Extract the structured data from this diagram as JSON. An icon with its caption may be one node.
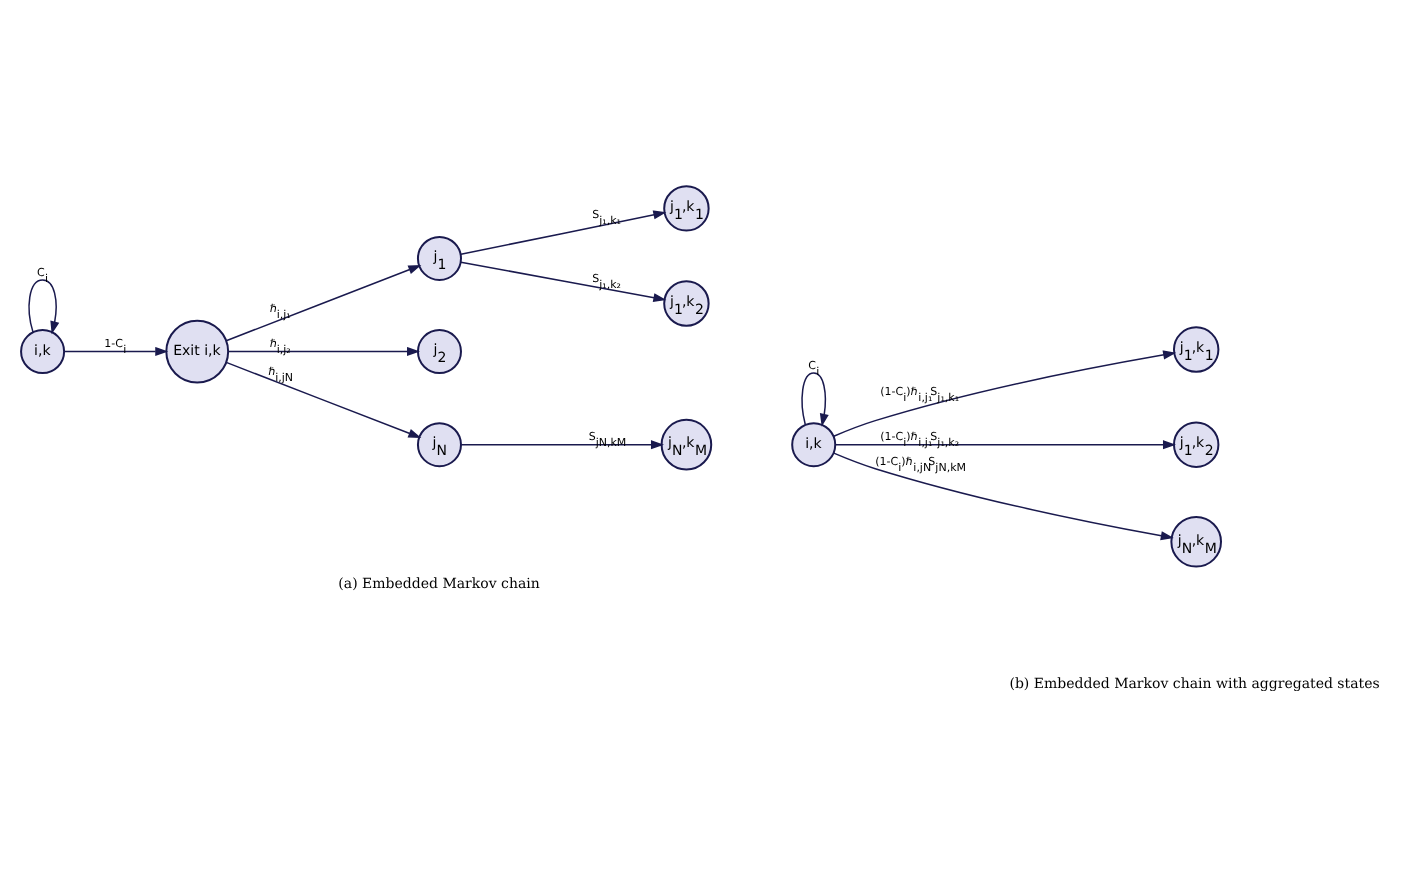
{
  "diagram": {
    "nodes": [
      {
        "text": [
          "i,k"
        ]
      },
      {
        "text": [
          "Exit i,k"
        ]
      },
      {
        "text": [
          "j$_{1}$"
        ]
      },
      {
        "text": [
          "j$_{2}$"
        ]
      },
      {
        "text": [
          "j$_{N}$"
        ]
      },
      {
        "text": [
          "j$_{1}$,k$_{1}$"
        ]
      },
      {
        "text": [
          "j$_{1}$,k$_{2}$"
        ]
      },
      {
        "text": [
          "j$_{N}$,k$_{M}$"
        ]
      },
      {
        "text": [
          "i,k"
        ]
      },
      {
        "text": [
          "j$_{1}$,k$_{1}$"
        ]
      },
      {
        "text": [
          "j$_{1}$,k$_{2}$"
        ]
      },
      {
        "text": [
          "j$_{N}$,k$_{M}$"
        ]
      }
    ],
    "edges": [
      {
        "from": 0,
        "to": 0,
        "arrow": "to",
        "label": "C$_{i}$"
      },
      {
        "from": 0,
        "to": 1,
        "arrow": "to",
        "label": "1-C$_{i}$"
      },
      {
        "from": 1,
        "to": 2,
        "arrow": "to",
        "label": "ℏ$_{i,j₁}$"
      },
      {
        "from": 1,
        "to": 3,
        "arrow": "to",
        "label": "ℏ$_{i,j₂}$"
      },
      {
        "from": 1,
        "to": 4,
        "arrow": "to",
        "label": "ℏ$_{i,jN}$"
      },
      {
        "from": 2,
        "to": 5,
        "arrow": "to",
        "label": "S$_{j₁,k₁}$"
      },
      {
        "from": 2,
        "to": 6,
        "arrow": "to",
        "label": "S$_{j₁,k₂}$"
      },
      {
        "from": 4,
        "to": 7,
        "arrow": "to",
        "label": "S$_{jN,kM}$"
      },
      {
        "from": 8,
        "to": 8,
        "arrow": "to",
        "label": "C$_{i}$"
      },
      {
        "from": 8,
        "to": 9,
        "arrow": "to",
        "label": "(1-C$_{i}$)ℏ$_{i,j₁}$S$_{j₁,k₁}$"
      },
      {
        "from": 8,
        "to": 10,
        "arrow": "to",
        "label": "(1-C$_{i}$)ℏ$_{i,j₁}$S$_{j₁,k₂}$"
      },
      {
        "from": 8,
        "to": 11,
        "arrow": "to",
        "label": "(1-C$_{i}$)ℏ$_{i,jN}$S$_{jN,kM}$"
      }
    ],
    "labels": [
      "(a) Embedded Markov chain",
      "(b) Embedded Markov chain with aggregated states"
    ]
  }
}
